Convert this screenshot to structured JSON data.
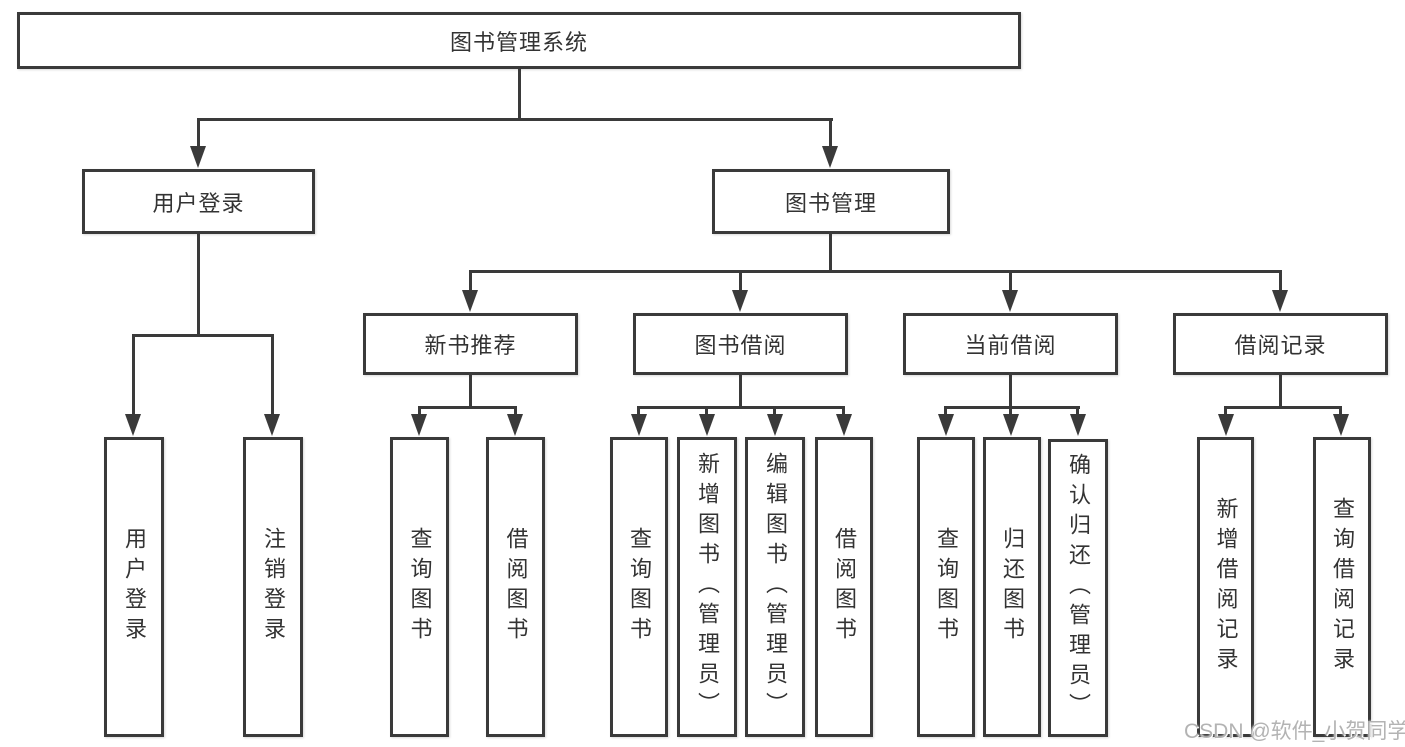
{
  "nodes": {
    "root": "图书管理系统",
    "level2": {
      "user_login": "用户登录",
      "book_management": "图书管理"
    },
    "level3": {
      "new_book_recommend": "新书推荐",
      "book_borrow": "图书借阅",
      "current_borrow": "当前借阅",
      "borrow_records": "借阅记录"
    },
    "leaves": {
      "user_login": [
        "用户登录",
        "注销登录"
      ],
      "new_book_recommend": [
        "查询图书",
        "借阅图书"
      ],
      "book_borrow": [
        "查询图书",
        "新增图书（管理员）",
        "编辑图书（管理员）",
        "借阅图书"
      ],
      "current_borrow": [
        "查询图书",
        "归还图书",
        "确认归还（管理员）"
      ],
      "borrow_records": [
        "新增借阅记录",
        "查询借阅记录"
      ]
    }
  },
  "watermark": "CSDN @软件_小贺同学",
  "colors": {
    "line": "#3a3a3a",
    "text": "#333333",
    "watermark": "#b3b3b3",
    "background": "#ffffff"
  }
}
